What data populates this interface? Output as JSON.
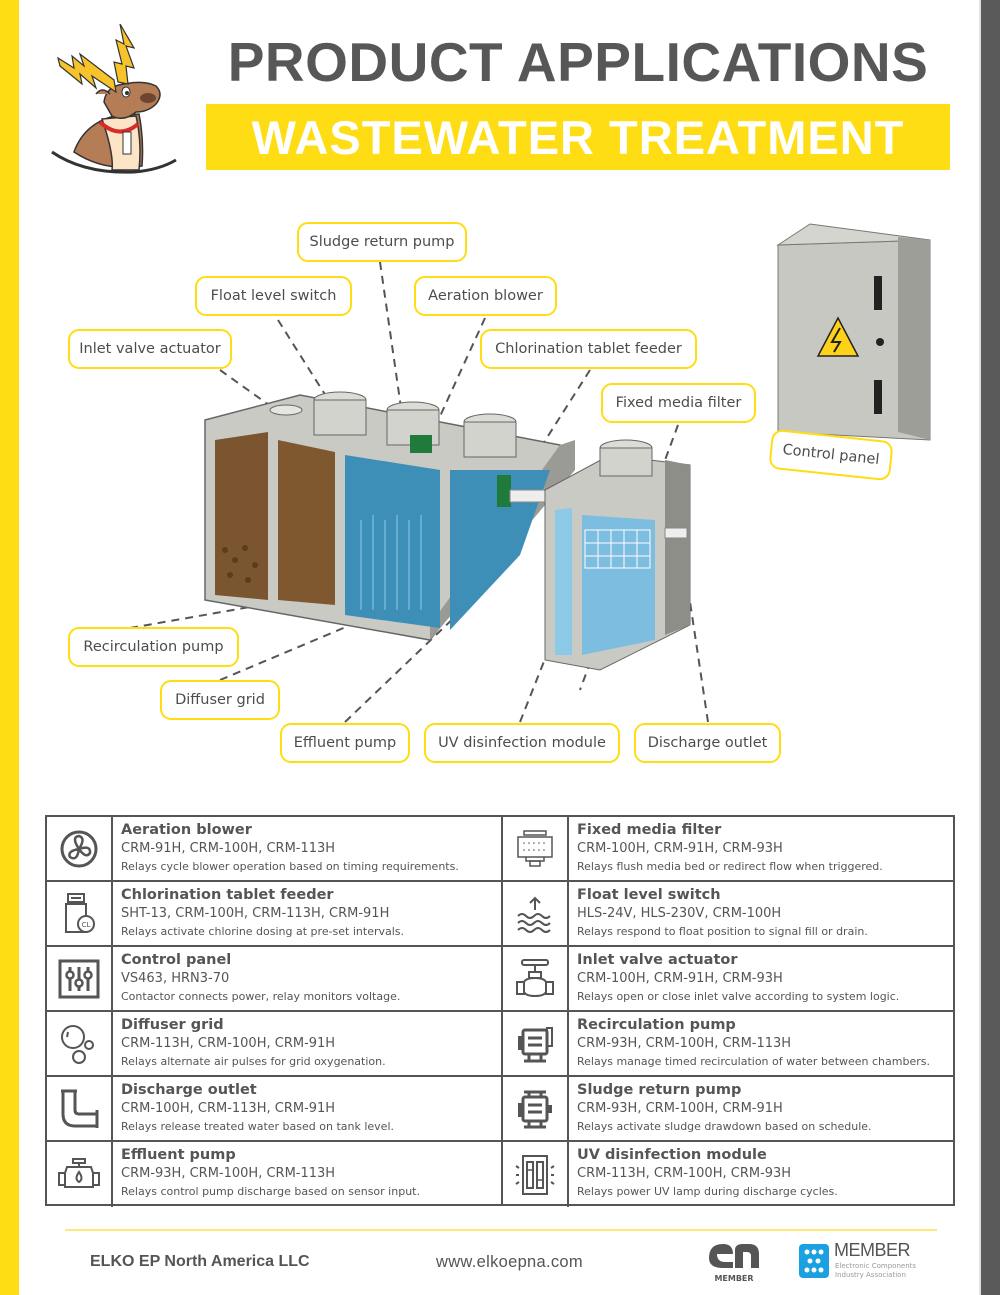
{
  "header": {
    "title": "PRODUCT APPLICATIONS",
    "subtitle": "WASTEWATER TREATMENT"
  },
  "colors": {
    "brand_yellow": "#ffdd15",
    "brand_gray": "#5a5a5a",
    "water_blue": "#3d8fb8",
    "sludge_brown": "#7a5530",
    "concrete": "#c9cac4"
  },
  "diagram": {
    "callouts": {
      "sludge_return_pump": "Sludge return pump",
      "float_level_switch": "Float level switch",
      "aeration_blower": "Aeration blower",
      "inlet_valve_actuator": "Inlet valve actuator",
      "chlorination_tablet_feeder": "Chlorination tablet feeder",
      "fixed_media_filter": "Fixed media filter",
      "control_panel": "Control panel",
      "recirculation_pump": "Recirculation pump",
      "diffuser_grid": "Diffuser grid",
      "effluent_pump": "Effluent pump",
      "uv_disinfection_module": "UV disinfection module",
      "discharge_outlet": "Discharge outlet"
    }
  },
  "table": {
    "left": [
      {
        "icon": "fan-icon",
        "name": "Aeration blower",
        "models": "CRM-91H, CRM-100H, CRM-113H",
        "desc": "Relays cycle blower operation based on timing requirements."
      },
      {
        "icon": "chlorine-container-icon",
        "name": "Chlorination tablet feeder",
        "models": "SHT-13, CRM-100H, CRM-113H, CRM-91H",
        "desc": "Relays activate chlorine dosing at pre-set intervals."
      },
      {
        "icon": "sliders-panel-icon",
        "name": "Control panel",
        "models": "VS463, HRN3-70",
        "desc": "Contactor connects power, relay monitors voltage."
      },
      {
        "icon": "bubbles-icon",
        "name": "Diffuser grid",
        "models": "CRM-113H, CRM-100H, CRM-91H",
        "desc": "Relays alternate air pulses for grid oxygenation."
      },
      {
        "icon": "pipe-elbow-icon",
        "name": "Discharge outlet",
        "models": "CRM-100H, CRM-113H, CRM-91H",
        "desc": "Relays release treated water based on tank level."
      },
      {
        "icon": "pump-drop-icon",
        "name": "Effluent pump",
        "models": "CRM-93H, CRM-100H, CRM-113H",
        "desc": "Relays control pump discharge based on sensor input."
      }
    ],
    "right": [
      {
        "icon": "filter-icon",
        "name": "Fixed media filter",
        "models": "CRM-100H, CRM-91H, CRM-93H",
        "desc": "Relays flush media bed or redirect flow when triggered."
      },
      {
        "icon": "water-level-icon",
        "name": "Float level switch",
        "models": "HLS-24V, HLS-230V, CRM-100H",
        "desc": "Relays respond to float position to signal fill or drain."
      },
      {
        "icon": "valve-icon",
        "name": "Inlet valve actuator",
        "models": "CRM-100H, CRM-91H, CRM-93H",
        "desc": "Relays open or close inlet valve according to system logic."
      },
      {
        "icon": "motor-pump-icon",
        "name": "Recirculation pump",
        "models": "CRM-93H, CRM-100H, CRM-113H",
        "desc": "Relays manage timed recirculation of water between chambers."
      },
      {
        "icon": "motor-icon",
        "name": "Sludge return pump",
        "models": "CRM-93H, CRM-100H, CRM-91H",
        "desc": "Relays activate sludge drawdown based on schedule."
      },
      {
        "icon": "uv-lamp-icon",
        "name": "UV disinfection module",
        "models": "CRM-113H, CRM-100H, CRM-93H",
        "desc": "Relays power UV lamp during discharge cycles."
      }
    ]
  },
  "footer": {
    "company": "ELKO EP North America LLC",
    "url": "www.elkoepna.com",
    "era_badge": "MEMBER",
    "ecia_member": "MEMBER",
    "ecia_line1": "Electronic Components",
    "ecia_line2": "Industry Association"
  }
}
